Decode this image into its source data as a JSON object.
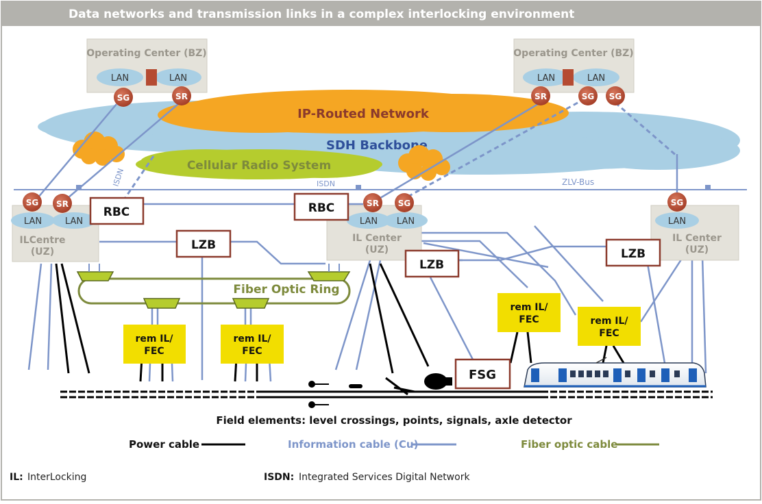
{
  "title": "Data networks and transmission links in a complex interlocking environment",
  "colors": {
    "header": "#b3b2ad",
    "cloud_blue": "#a9cfe4",
    "cloud_orange": "#f5a623",
    "cloud_green": "#b5cc2e",
    "node_red": "#b54b32",
    "box_border": "#8b3a2c",
    "rem_fill": "#f2de00",
    "info_cable": "#7d95c9",
    "fiber_cable": "#7d8a3c",
    "power_cable": "#000000",
    "center_fill": "#e4e2da"
  },
  "operating_centers": [
    {
      "label": "Operating Center (BZ)",
      "lans": [
        "LAN",
        "LAN"
      ]
    },
    {
      "label": "Operating Center (BZ)",
      "lans": [
        "LAN",
        "LAN"
      ]
    }
  ],
  "networks": {
    "ip_routed": "IP-Routed Network",
    "sdh": "SDH Backbone",
    "cellular": "Cellular Radio System"
  },
  "nodes": {
    "sg": "SG",
    "sr": "SR",
    "lan": "LAN"
  },
  "bus": {
    "isdn_diag": "ISDN",
    "isdn": "ISDN",
    "zlv": "ZLV-Bus"
  },
  "centers": [
    {
      "line1": "ILCentre",
      "line2": "(UZ)"
    },
    {
      "line1": "IL Center",
      "line2": "(UZ)"
    },
    {
      "line1": "IL Center",
      "line2": "(UZ)"
    }
  ],
  "boxes": {
    "rbc": "RBC",
    "lzb": "LZB",
    "fsg": "FSG"
  },
  "rem": {
    "line1": "rem IL/",
    "line2": "FEC"
  },
  "fiber_ring": "Fiber Optic Ring",
  "field_elements": "Field elements: level crossings, points, signals, axle detector",
  "legend": {
    "power": "Power cable",
    "info": "Information cable (Cu)",
    "fiber": "Fiber optic cable"
  },
  "footnotes": {
    "il_abbr": "IL:",
    "il_text": "InterLocking",
    "isdn_abbr": "ISDN:",
    "isdn_text": "Integrated Services Digital Network"
  }
}
